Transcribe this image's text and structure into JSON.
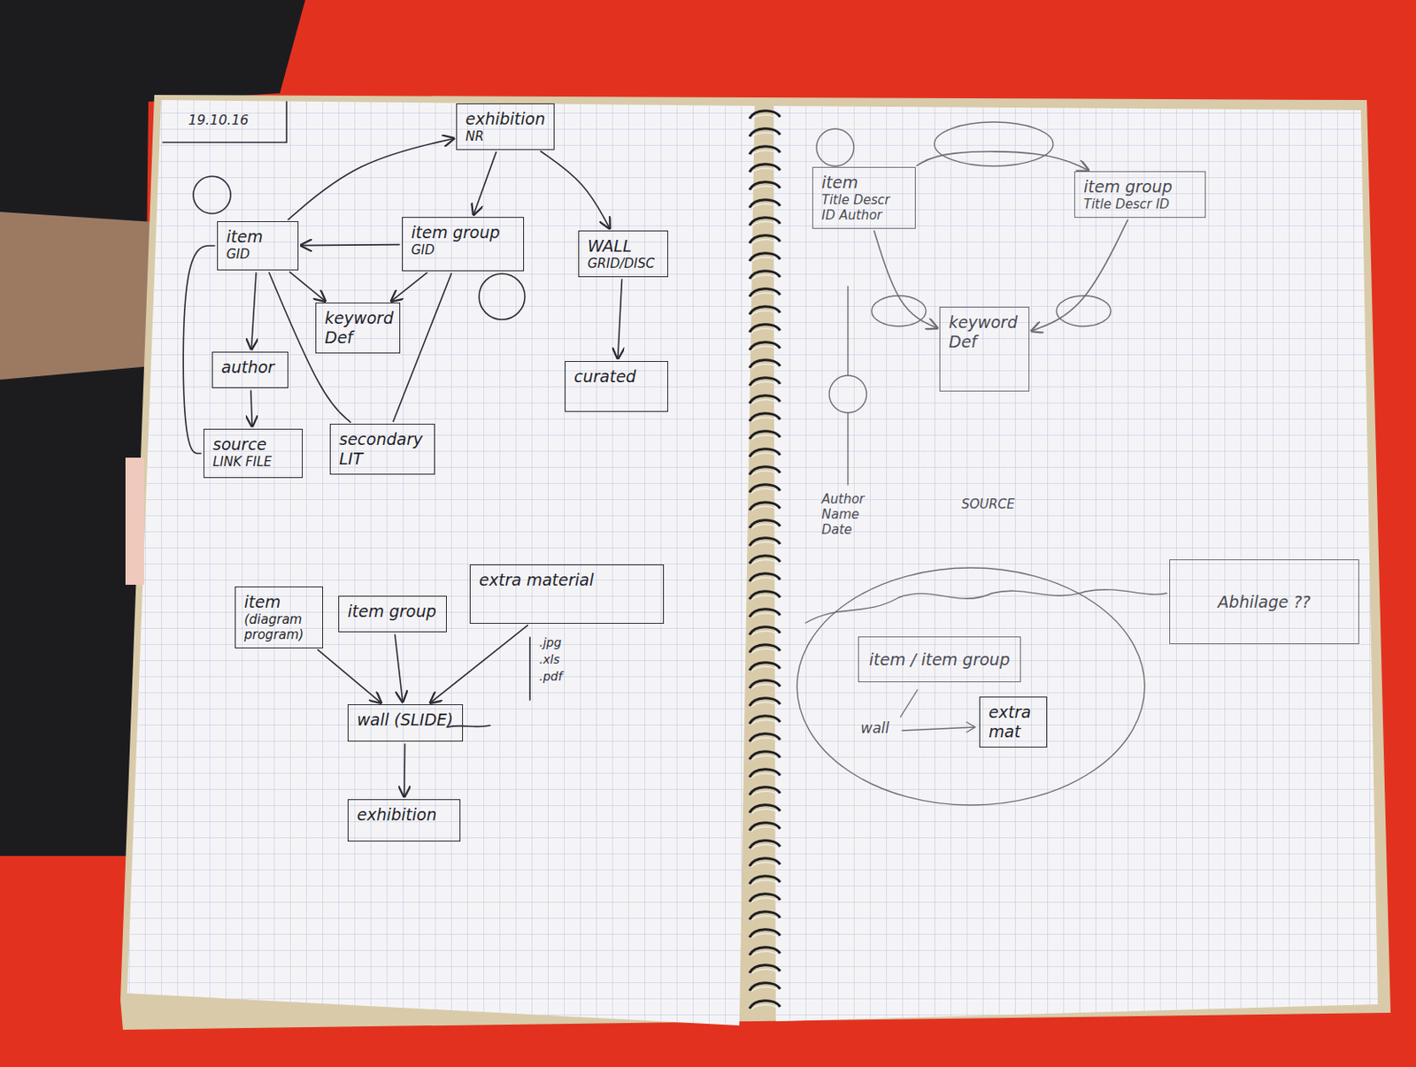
{
  "diagram": {
    "nodes": [
      {
        "text": [
          "exhibition",
          "NR"
        ]
      },
      {
        "text": [
          "item",
          "GID"
        ]
      },
      {
        "text": [
          "item group",
          "GID"
        ]
      },
      {
        "text": [
          "WALL",
          "GRID/DISC"
        ]
      },
      {
        "text": [
          "keyword Def"
        ]
      },
      {
        "text": [
          "author"
        ]
      },
      {
        "text": [
          "curated"
        ]
      },
      {
        "text": [
          "source",
          "LINK FILE"
        ]
      },
      {
        "text": [
          "secondary LIT"
        ]
      },
      {
        "text": [
          "item",
          "(diagram program)"
        ]
      },
      {
        "text": [
          "item group"
        ]
      },
      {
        "text": [
          "extra material"
        ]
      },
      {
        "text": [
          "wall (SLIDE)"
        ]
      },
      {
        "text": [
          "exhibition"
        ]
      },
      {
        "text": [
          "item",
          "Title Descr ID Author"
        ]
      },
      {
        "text": [
          "item group",
          "Title Descr ID"
        ]
      },
      {
        "text": [
          "keyword Def"
        ]
      },
      {
        "text": [
          "item / item group"
        ]
      },
      {
        "text": [
          "extra mat"
        ]
      },
      {
        "text": [
          "Abhilage ??"
        ]
      }
    ],
    "edges": [
      {
        "from": 2,
        "to": 1,
        "arrow": "to"
      },
      {
        "from": 1,
        "to": 0,
        "arrow": "to"
      },
      {
        "from": 0,
        "to": 2,
        "arrow": "to"
      },
      {
        "from": 0,
        "to": 3,
        "arrow": "to"
      },
      {
        "from": 3,
        "to": 6,
        "arrow": "to"
      },
      {
        "from": 1,
        "to": 5,
        "arrow": "to"
      },
      {
        "from": 5,
        "to": 7,
        "arrow": "to"
      },
      {
        "from": 1,
        "to": 4,
        "arrow": "to"
      },
      {
        "from": 2,
        "to": 4,
        "arrow": "to"
      },
      {
        "from": 1,
        "to": 8,
        "arrow": "none"
      },
      {
        "from": 2,
        "to": 8,
        "arrow": "none"
      },
      {
        "from": 1,
        "to": 7,
        "arrow": "none"
      },
      {
        "from": 9,
        "to": 12,
        "arrow": "to"
      },
      {
        "from": 10,
        "to": 12,
        "arrow": "to"
      },
      {
        "from": 11,
        "to": 12,
        "arrow": "to"
      },
      {
        "from": 12,
        "to": 13,
        "arrow": "to"
      },
      {
        "from": 14,
        "to": 15,
        "arrow": "to"
      },
      {
        "from": 14,
        "to": 16,
        "arrow": "to"
      },
      {
        "from": 15,
        "to": 16,
        "arrow": "to"
      }
    ],
    "labels": [
      "19.10.16",
      ".jpg",
      ".xls",
      ".pdf",
      "Author Name Date",
      "SOURCE",
      "wall"
    ]
  }
}
